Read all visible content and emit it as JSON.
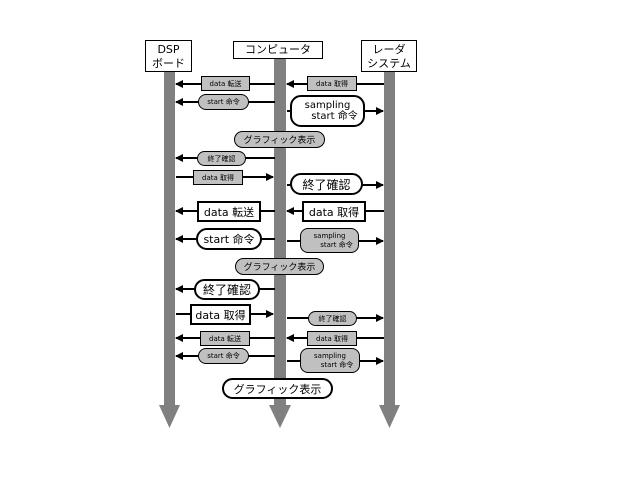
{
  "lanes": {
    "dsp": {
      "line1": "DSP",
      "line2": "ボード"
    },
    "computer": {
      "line1": "コンピュータ"
    },
    "radar": {
      "line1": "レーダ",
      "line2": "システム"
    }
  },
  "colors": {
    "lane": "#808080",
    "arrow": "#000000",
    "gray_box": "#c0c0c0"
  },
  "steps": [
    {
      "id": "s1",
      "text": "data 転送"
    },
    {
      "id": "s2",
      "text": "data 取得"
    },
    {
      "id": "s3",
      "text": "start 命令"
    },
    {
      "id": "s4",
      "line1": "sampling",
      "line2": "start 命令"
    },
    {
      "id": "s5",
      "text": "グラフィック表示"
    },
    {
      "id": "s6",
      "text": "終了確認"
    },
    {
      "id": "s7",
      "text": "data 取得"
    },
    {
      "id": "s8",
      "text": "終了確認"
    },
    {
      "id": "s9",
      "text": "data 転送"
    },
    {
      "id": "s10",
      "text": "data 取得"
    },
    {
      "id": "s11",
      "text": "start 命令"
    },
    {
      "id": "s12",
      "line1": "sampling",
      "line2": "start 命令"
    },
    {
      "id": "s13",
      "text": "グラフィック表示"
    },
    {
      "id": "s14",
      "text": "終了確認"
    },
    {
      "id": "s15",
      "text": "data 取得"
    },
    {
      "id": "s16",
      "text": "終了確認"
    },
    {
      "id": "s17",
      "text": "data 転送"
    },
    {
      "id": "s18",
      "text": "data 取得"
    },
    {
      "id": "s19",
      "text": "start 命令"
    },
    {
      "id": "s20",
      "line1": "sampling",
      "line2": "start 命令"
    },
    {
      "id": "s21",
      "text": "グラフィック表示"
    }
  ]
}
